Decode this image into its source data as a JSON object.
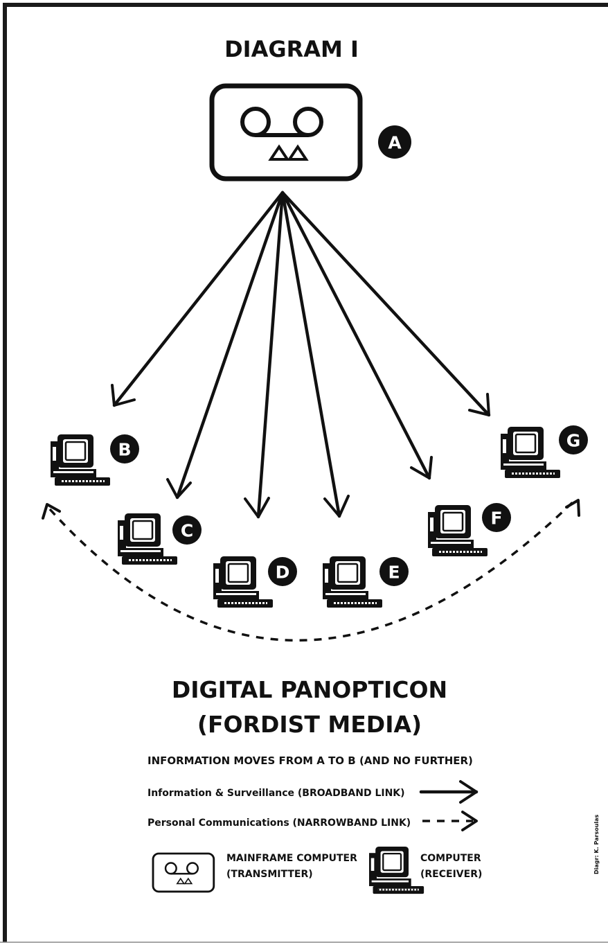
{
  "diagram": {
    "title": "DIAGRAM I",
    "subtitle_line1": "DIGITAL PANOPTICON",
    "subtitle_line2": "(FORDIST MEDIA)",
    "credit": "Diagr: K. Parsoulas"
  },
  "nodes": {
    "a": {
      "label": "A",
      "icon": "mainframe-icon"
    },
    "b": {
      "label": "B",
      "icon": "computer-icon"
    },
    "c": {
      "label": "C",
      "icon": "computer-icon"
    },
    "d": {
      "label": "D",
      "icon": "computer-icon"
    },
    "e": {
      "label": "E",
      "icon": "computer-icon"
    },
    "f": {
      "label": "F",
      "icon": "computer-icon"
    },
    "g": {
      "label": "G",
      "icon": "computer-icon"
    }
  },
  "legend": {
    "heading": "INFORMATION MOVES FROM A TO B (AND NO FURTHER)",
    "broadband": "Information & Surveillance (BROADBAND LINK)",
    "narrowband": "Personal Communications (NARROWBAND LINK)",
    "mainframe_line1": "MAINFRAME COMPUTER",
    "mainframe_line2": "(TRANSMITTER)",
    "computer_line1": "COMPUTER",
    "computer_line2": "(RECEIVER)"
  },
  "colors": {
    "ink": "#111111",
    "background": "#ffffff"
  }
}
